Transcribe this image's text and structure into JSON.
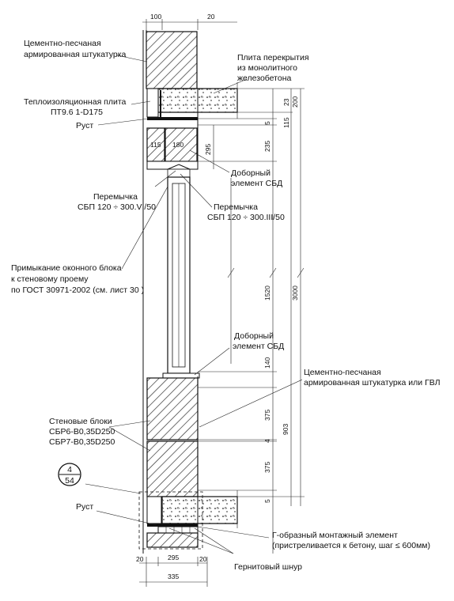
{
  "labels": {
    "plaster_top": [
      "Цементно-песчаная",
      "армированная штукатурка"
    ],
    "slab": [
      "Плита перекрытия",
      "из монолитного",
      "железобетона"
    ],
    "insulation": [
      "Теплоизоляционная плита",
      "ПТ9.6 1-D175"
    ],
    "rust_top": "Руст",
    "extra_element_top": [
      "Доборный",
      "элемент СБД"
    ],
    "lintel_left": [
      "Перемычка",
      "СБП 120 ÷ 300.VI/50"
    ],
    "lintel_right": [
      "Перемычка",
      "СБП 120 ÷ 300.III/50"
    ],
    "window_junction": [
      "Примыкание оконного блока",
      "к стеновому проему",
      "по ГОСТ 30971-2002 (см. лист 30 )"
    ],
    "extra_element_mid": [
      "Доборный",
      "элемент СБД"
    ],
    "plaster_right": [
      "Цементно-песчаная",
      "армированная штукатурка или ГВЛ"
    ],
    "wall_blocks": [
      "Стеновые блоки",
      "СБР6-В0,35D250",
      "СБР7-В0,35D250"
    ],
    "callout_num": "4",
    "callout_sheet": "54",
    "rust_bottom": "Руст",
    "mount_element": [
      "Г-образный монтажный элемент",
      "(пристреливается к бетону, шаг ≤ 600мм)"
    ],
    "gernit": "Гернитовый шнур"
  },
  "dims": {
    "top_100": "100",
    "top_20": "20",
    "d200": "200",
    "d23": "23",
    "d5a": "5",
    "d115": "115",
    "d235": "235",
    "d295v": "295",
    "d115h": "115",
    "d180h": "180",
    "d1520": "1520",
    "d3000": "3000",
    "d140": "140",
    "d375a": "375",
    "d4": "4",
    "d903": "903",
    "d375b": "375",
    "d5b": "5",
    "b20l": "20",
    "b295": "295",
    "b20r": "20",
    "b335": "335"
  }
}
